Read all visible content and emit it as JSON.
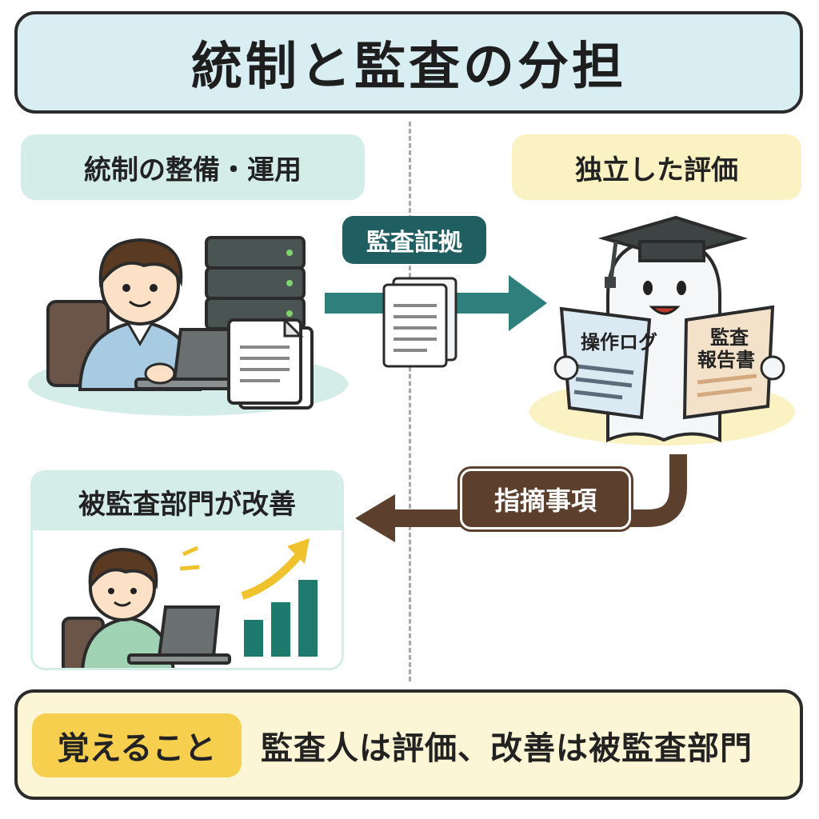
{
  "title": "統制と監査の分担",
  "left_section": {
    "heading": "統制の整備・運用"
  },
  "right_section": {
    "heading": "独立した評価"
  },
  "flow": {
    "evidence_label": "監査証拠",
    "findings_label": "指摘事項"
  },
  "auditor": {
    "left_paper_label": "操作ログ",
    "right_paper_label_1": "監査",
    "right_paper_label_2": "報告書"
  },
  "improvement": {
    "heading": "被監査部門が改善"
  },
  "summary": {
    "label": "覚えること",
    "text": "監査人は評価、改善は被監査部門"
  },
  "colors": {
    "teal": "#1f5f62",
    "brown": "#5d3f2e",
    "mint": "#d4ede9",
    "cream": "#fbf2c4",
    "yellow": "#f7cf4e"
  }
}
